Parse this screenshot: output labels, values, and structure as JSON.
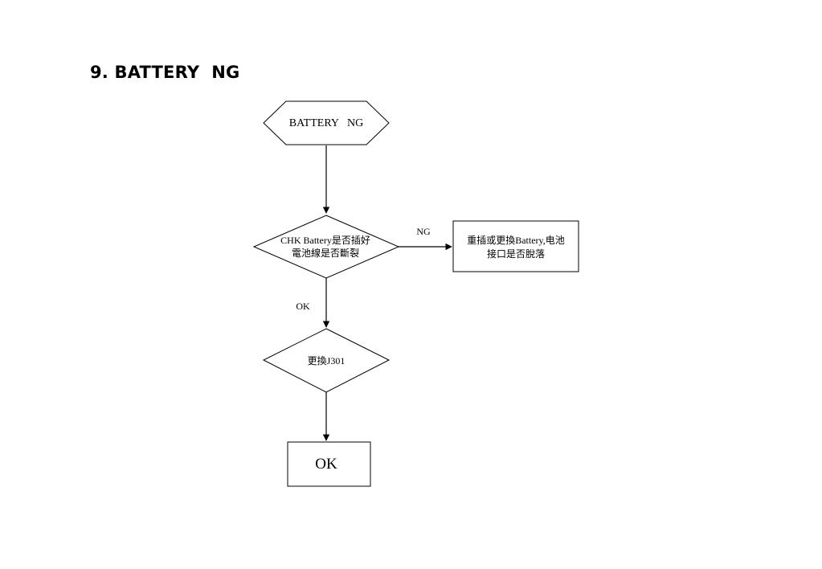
{
  "page": {
    "title": "9. BATTERY  NG"
  },
  "flow": {
    "start": {
      "label": "BATTERY   NG"
    },
    "check_battery": {
      "line1": "CHK Battery是否插好",
      "line2": "電池線是否斷裂"
    },
    "action_reinsert": {
      "line1": "重插或更換Battery,电池",
      "line2": "接口是否脫落"
    },
    "replace_j301": {
      "label": "更換J301"
    },
    "end": {
      "label": "OK"
    }
  },
  "edges": {
    "ng_label": "NG",
    "ok_label": "OK"
  }
}
